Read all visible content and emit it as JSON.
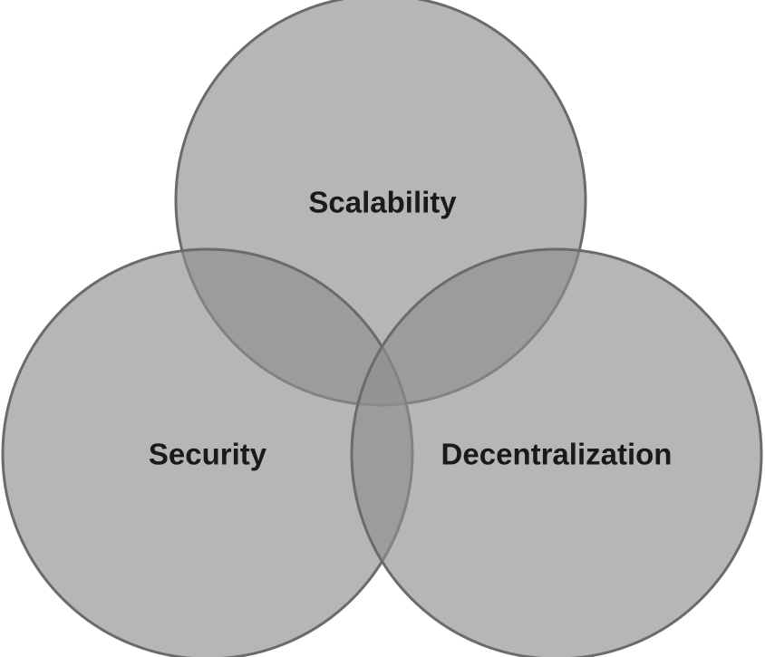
{
  "labels": {
    "top": "Scalability",
    "left": "Security",
    "right": "Decentralization"
  },
  "colors": {
    "fill": "#8f8f8f",
    "fill_opacity": 0.65,
    "stroke": "#6b6b6b",
    "text": "#1a1a1a",
    "background": "#ffffff"
  }
}
